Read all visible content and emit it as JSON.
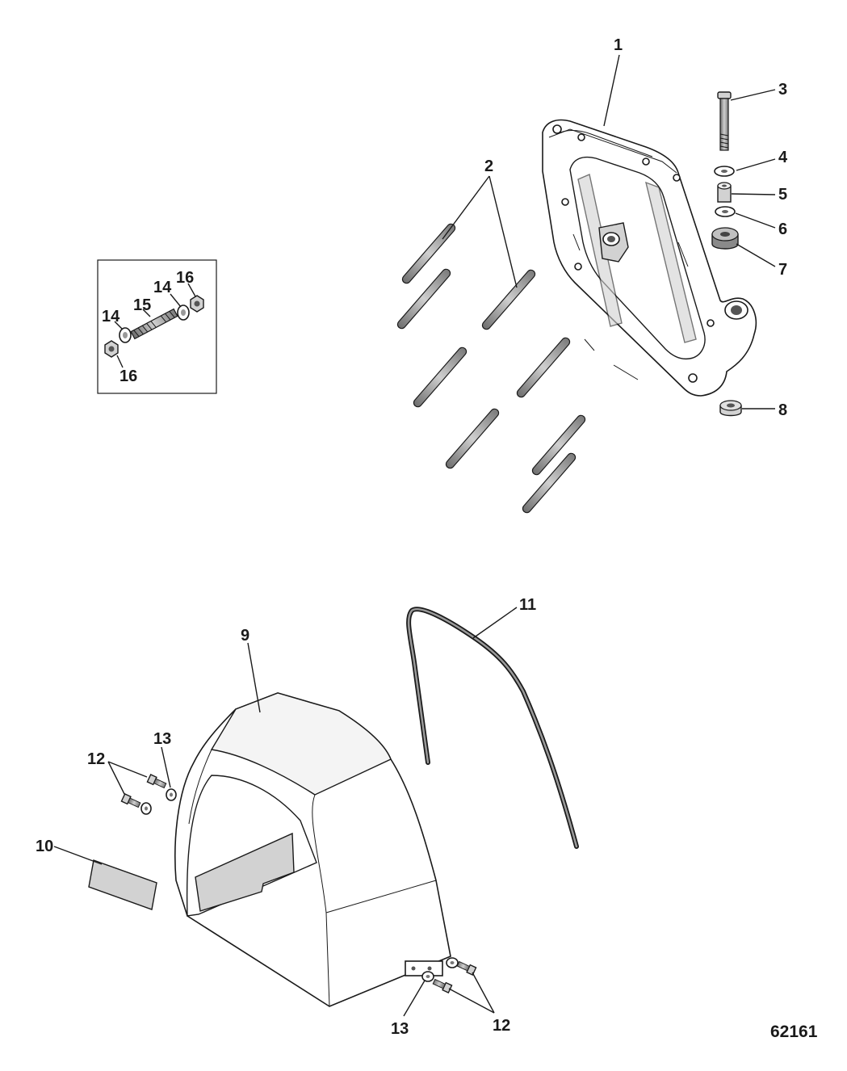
{
  "diagram": {
    "figure_number": "62161",
    "callouts": {
      "c1": "1",
      "c2": "2",
      "c3": "3",
      "c4": "4",
      "c5": "5",
      "c6": "6",
      "c7": "7",
      "c8": "8",
      "c9": "9",
      "c10": "10",
      "c11": "11",
      "c12a": "12",
      "c12b": "12",
      "c13a": "13",
      "c13b": "13",
      "c14a": "14",
      "c14b": "14",
      "c15": "15",
      "c16a": "16",
      "c16b": "16"
    }
  }
}
